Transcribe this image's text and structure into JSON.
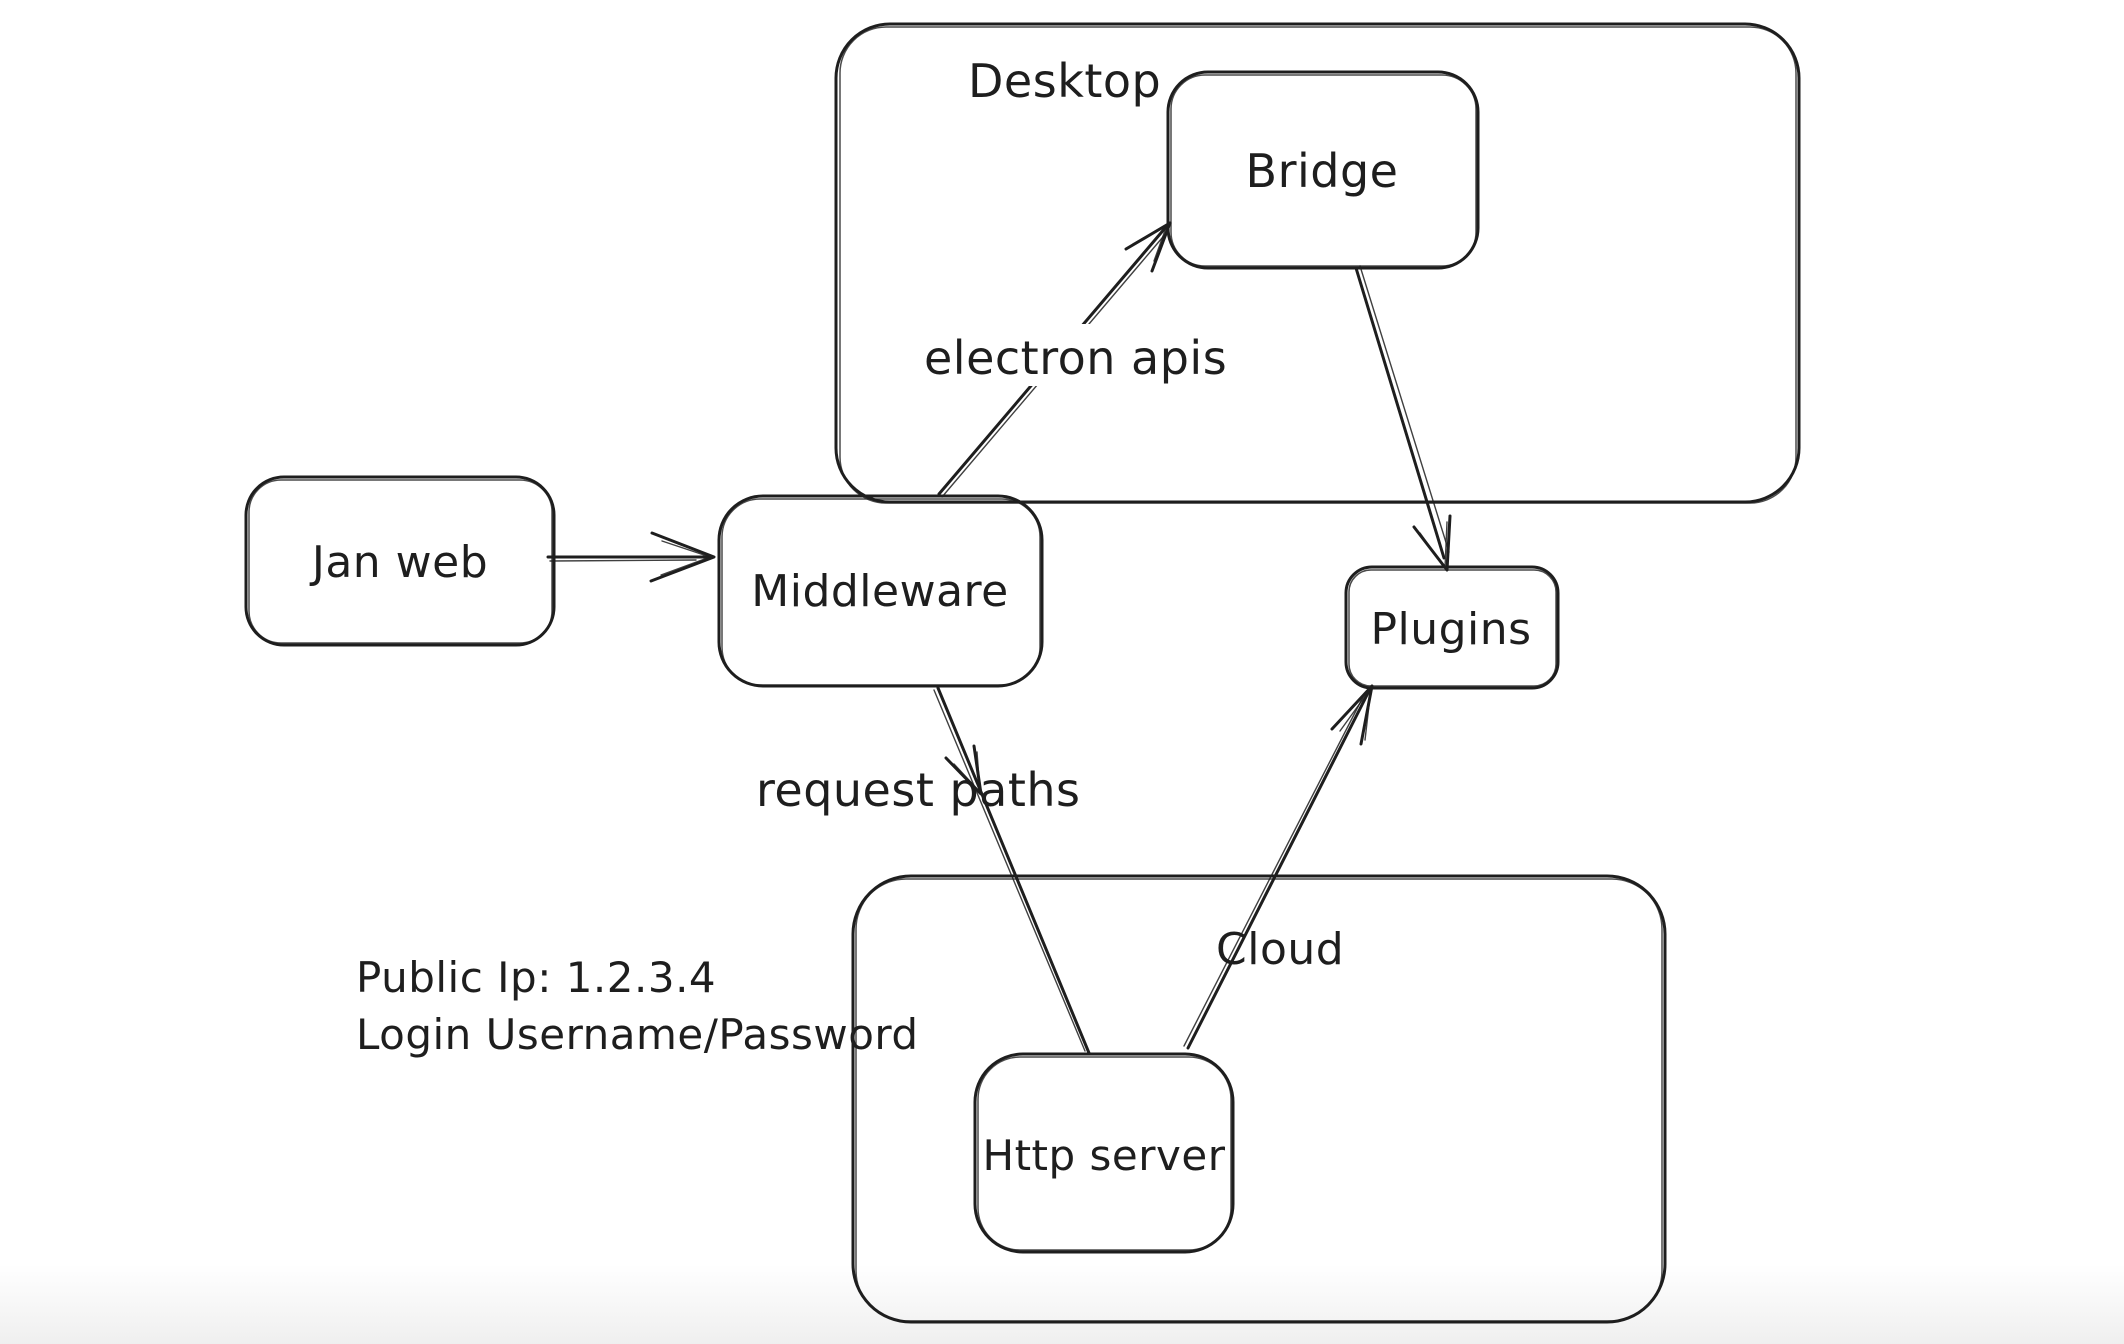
{
  "diagram": {
    "background": "#ffffff",
    "stroke_color": "#1e1e1e",
    "containers": [
      {
        "id": "desktop",
        "label": "Desktop"
      },
      {
        "id": "cloud",
        "label": "Cloud"
      }
    ],
    "nodes": [
      {
        "id": "jan-web",
        "label": "Jan web"
      },
      {
        "id": "middleware",
        "label": "Middleware"
      },
      {
        "id": "bridge",
        "label": "Bridge"
      },
      {
        "id": "plugins",
        "label": "Plugins"
      },
      {
        "id": "http-server",
        "label": "Http server"
      }
    ],
    "edges": [
      {
        "from": "Jan web",
        "to": "Middleware",
        "label": ""
      },
      {
        "from": "Middleware",
        "to": "Bridge",
        "label": "electron apis"
      },
      {
        "from": "Bridge",
        "to": "Plugins",
        "label": ""
      },
      {
        "from": "Middleware",
        "to": "Http server",
        "label": "request paths"
      },
      {
        "from": "Http server",
        "to": "Plugins",
        "label": ""
      }
    ],
    "annotations": [
      {
        "text": "Public Ip: 1.2.3.4"
      },
      {
        "text": "Login Username/Password"
      }
    ]
  }
}
